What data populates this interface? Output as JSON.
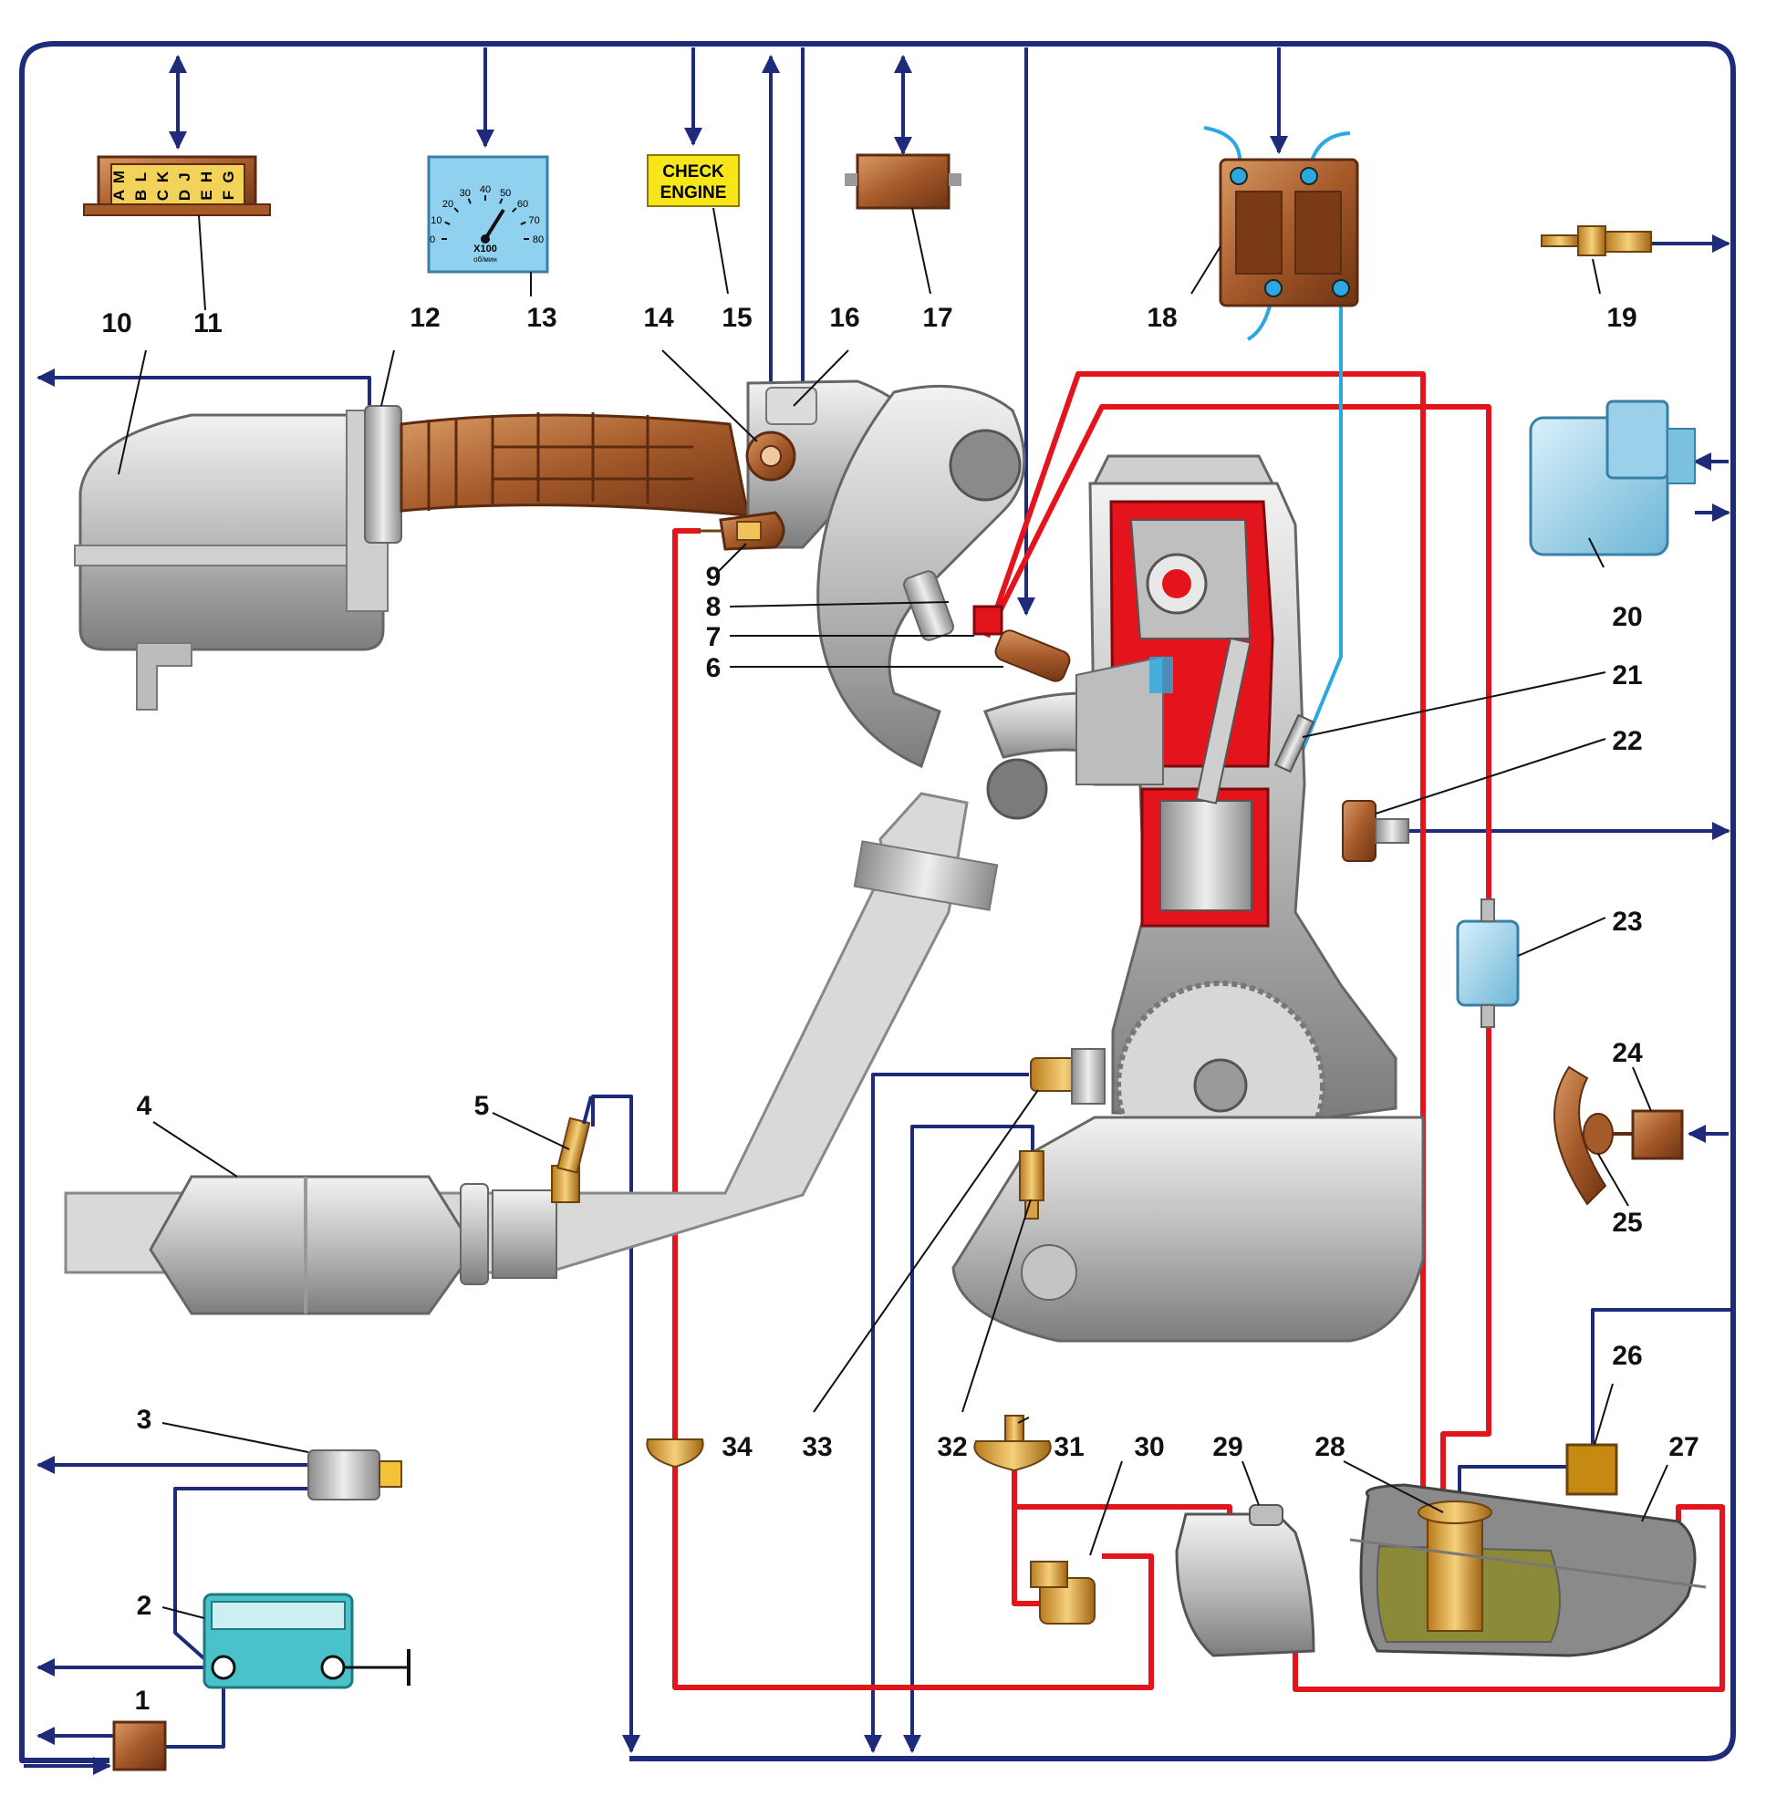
{
  "check_engine": {
    "line1": "CHECK",
    "line2": "ENGINE"
  },
  "diag_connector": {
    "pins": [
      "A",
      "B",
      "C",
      "D",
      "E",
      "F",
      "M",
      "L",
      "K",
      "J",
      "H",
      "G"
    ]
  },
  "tachometer": {
    "scale": [
      "0",
      "10",
      "20",
      "30",
      "40",
      "50",
      "60",
      "70",
      "80"
    ],
    "multiplier": "X100",
    "unit": "об/мин"
  },
  "callouts": [
    "1",
    "2",
    "3",
    "4",
    "5",
    "6",
    "7",
    "8",
    "9",
    "10",
    "11",
    "12",
    "13",
    "14",
    "15",
    "16",
    "17",
    "18",
    "19",
    "20",
    "21",
    "22",
    "23",
    "24",
    "25",
    "26",
    "27",
    "28",
    "29",
    "30",
    "31",
    "32",
    "33",
    "34"
  ],
  "colors": {
    "bus": "#1e2a7a",
    "fuel": "#e3141c",
    "hv": "#29a9df",
    "sensor": "#e8b84a",
    "relay": "#b86a30"
  }
}
